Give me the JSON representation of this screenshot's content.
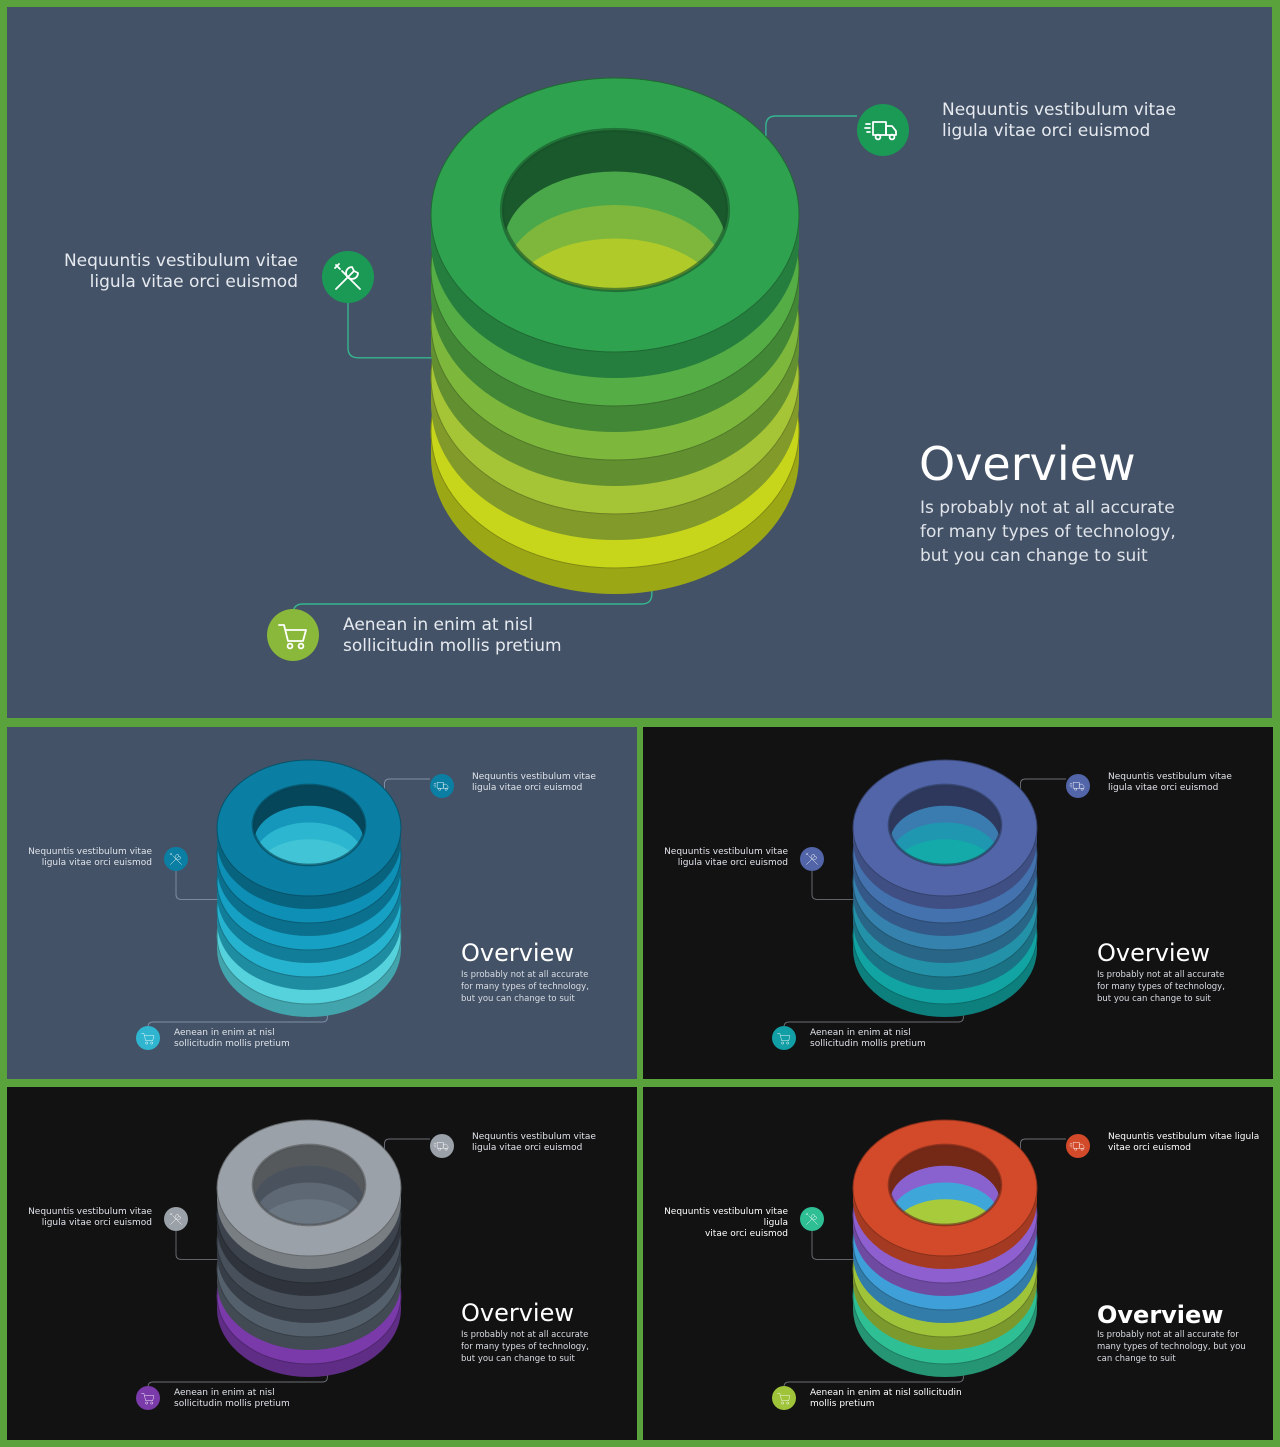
{
  "slides": [
    {
      "id": "main",
      "bg": "#435266",
      "line_color": "#36b48f",
      "top_color": "#2fa24f",
      "rings": [
        "#2fa24f",
        "#55ad45",
        "#7db83d",
        "#a6c536",
        "#c8d61b"
      ],
      "inner": [
        "#4aa84a",
        "#7eb73b",
        "#b0ca2a"
      ],
      "icon_colors": {
        "truck": "#1a9a55",
        "tools": "#1a9a55",
        "cart": "#8ab83a"
      },
      "labels": {
        "top_right": "Nequuntis vestibulum vitae\nligula vitae orci euismod",
        "left": "Nequuntis vestibulum vitae\nligula vitae orci euismod",
        "bottom": "Aenean in enim at nisl\nsollicitudin mollis pretium"
      },
      "title": "Overview",
      "body": "Is probably not at all accurate\nfor many types of technology,\nbut you can change to suit"
    },
    {
      "id": "teal",
      "bg": "#435266",
      "line_color": "#7f92a8",
      "top_color": "#0a7fa3",
      "rings": [
        "#0a7fa3",
        "#0e8fb5",
        "#16a0c3",
        "#26b3cf",
        "#55d2dc"
      ],
      "inner": [
        "#1497bb",
        "#2db6cf",
        "#40c4d6"
      ],
      "icon_colors": {
        "truck": "#0a7fa3",
        "tools": "#0a7fa3",
        "cart": "#2fb5d0"
      },
      "labels": {
        "top_right": "Nequuntis vestibulum vitae\nligula vitae orci euismod",
        "left": "Nequuntis vestibulum vitae\nligula vitae orci euismod",
        "bottom": "Aenean in enim at nisl\nsollicitudin mollis pretium"
      },
      "title": "Overview",
      "body": "Is probably not at all accurate\nfor many types of technology,\nbut you can change to suit"
    },
    {
      "id": "blue",
      "bg": "#121212",
      "line_color": "#6b6f77",
      "top_color": "#5165a8",
      "rings": [
        "#5165a8",
        "#4372ae",
        "#3482ad",
        "#2392a9",
        "#11a4a2"
      ],
      "inner": [
        "#3a7bb0",
        "#1f97b0",
        "#14aaa9"
      ],
      "icon_colors": {
        "truck": "#5165a8",
        "tools": "#5165a8",
        "cart": "#119ea4"
      },
      "labels": {
        "top_right": "Nequuntis vestibulum vitae\nligula vitae orci euismod",
        "left": "Nequuntis vestibulum vitae\nligula vitae orci euismod",
        "bottom": "Aenean in enim at nisl\nsollicitudin mollis pretium"
      },
      "title": "Overview",
      "body": "Is probably not at all accurate\nfor many types of technology,\nbut you can change to suit"
    },
    {
      "id": "grey",
      "bg": "#121212",
      "line_color": "#6b6f77",
      "top_color": "#9ba1a8",
      "rings": [
        "#9ba1a8",
        "#3c434d",
        "#47505b",
        "#54606c",
        "#7a3aaa"
      ],
      "inner": [
        "#4a525d",
        "#5d6874",
        "#6a7682"
      ],
      "icon_colors": {
        "truck": "#9ba1a8",
        "tools": "#9ba1a8",
        "cart": "#7a3aaa"
      },
      "labels": {
        "top_right": "Nequuntis vestibulum vitae\nligula vitae orci euismod",
        "left": "Nequuntis vestibulum vitae\nligula vitae orci euismod",
        "bottom": "Aenean in enim at nisl\nsollicitudin mollis pretium"
      },
      "title": "Overview",
      "body": "Is probably not at all accurate\nfor many types of technology,\nbut you can change to suit"
    },
    {
      "id": "multi",
      "bg": "#121212",
      "line_color": "#6b6f77",
      "top_color": "#d24a2a",
      "rings": [
        "#d24a2a",
        "#8e5fcf",
        "#3f9fd8",
        "#9fc43a",
        "#2fbf95"
      ],
      "inner": [
        "#8a62cf",
        "#3ea6d8",
        "#a7cb3a"
      ],
      "icon_colors": {
        "truck": "#d24a2a",
        "tools": "#2fbf95",
        "cart": "#9fc43a"
      },
      "labels": {
        "top_right": "Nequuntis vestibulum vitae ligula\nvitae orci euismod",
        "left": "Nequuntis vestibulum vitae ligula\nvitae orci euismod",
        "bottom": "Aenean in enim at nisl sollicitudin\nmollis pretium"
      },
      "title": "Overview",
      "body": "Is probably not at all accurate for\nmany types of technology, but you\ncan change to suit"
    }
  ]
}
